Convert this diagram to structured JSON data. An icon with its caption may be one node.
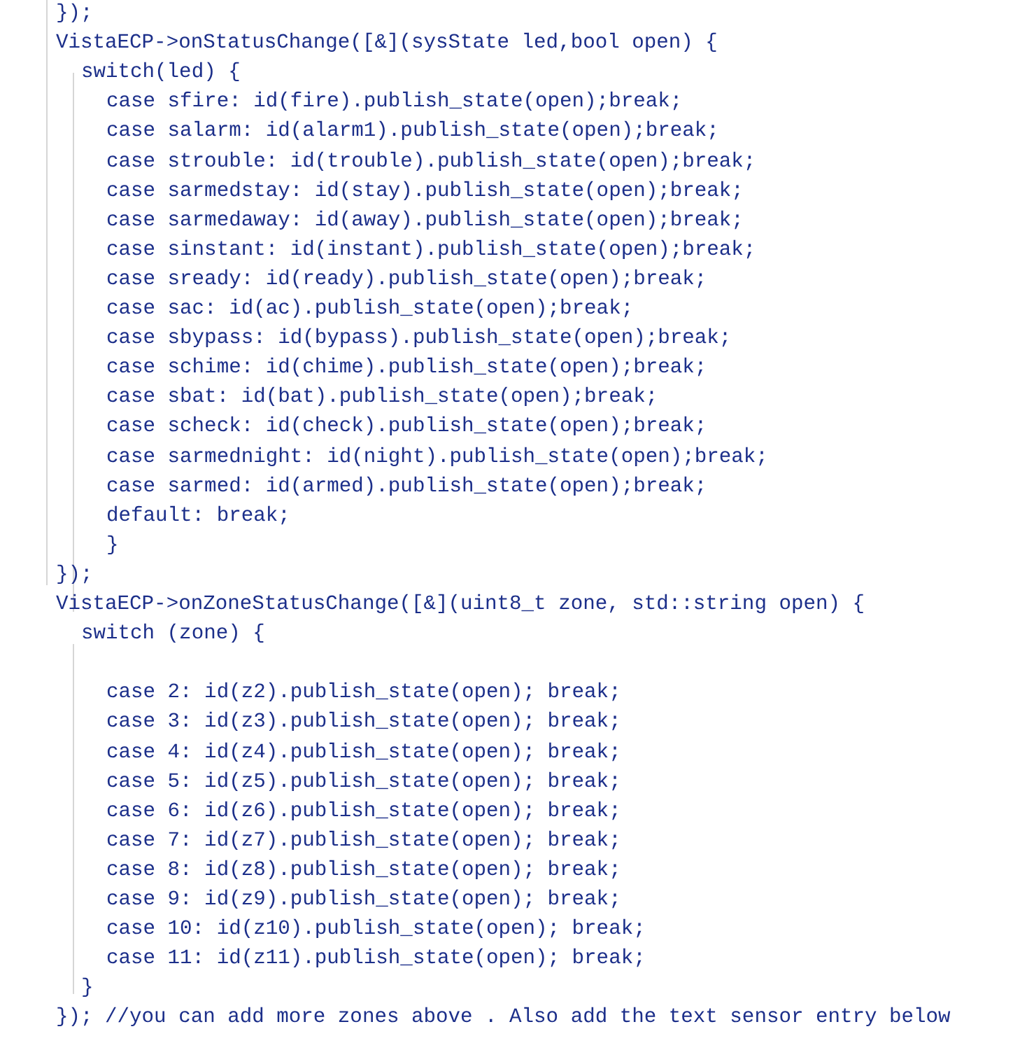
{
  "diagram": {
    "labels": [
      "});",
      "VistaECP->onStatusChange([&](sysState led,bool open) {",
      "switch(led) {",
      "case sfire: id(fire).publish_state(open);break;",
      "case salarm: id(alarm1).publish_state(open);break;",
      "case strouble: id(trouble).publish_state(open);break;",
      "case sarmedstay: id(stay).publish_state(open);break;",
      "case sarmedaway: id(away).publish_state(open);break;",
      "case sinstant: id(instant).publish_state(open);break;",
      "case sready: id(ready).publish_state(open);break;",
      "case sac: id(ac).publish_state(open);break;",
      "case sbypass: id(bypass).publish_state(open);break;",
      "case schime: id(chime).publish_state(open);break;",
      "case sbat: id(bat).publish_state(open);break;",
      "case scheck: id(check).publish_state(open);break;",
      "case sarmednight: id(night).publish_state(open);break;",
      "case sarmed: id(armed).publish_state(open);break;",
      "default: break;",
      "}",
      "});",
      "VistaECP->onZoneStatusChange([&](uint8_t zone, std::string open) {",
      "switch (zone) {",
      "case 2: id(z2).publish_state(open); break;",
      "case 3: id(z3).publish_state(open); break;",
      "case 4: id(z4).publish_state(open); break;",
      "case 5: id(z5).publish_state(open); break;",
      "case 6: id(z6).publish_state(open); break;",
      "case 7: id(z7).publish_state(open); break;",
      "case 8: id(z8).publish_state(open); break;",
      "case 9: id(z9).publish_state(open); break;",
      "case 10: id(z10).publish_state(open); break;",
      "case 11: id(z11).publish_state(open); break;",
      "}",
      "}); //you can add more zones above . Also add the text sensor entry below"
    ]
  }
}
